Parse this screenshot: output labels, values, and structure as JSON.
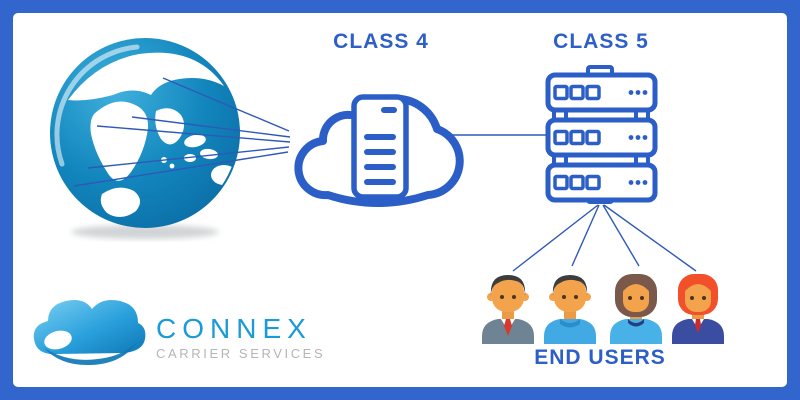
{
  "diagram": {
    "labels": {
      "class4": "CLASS 4",
      "class5": "CLASS 5",
      "end_users": "END USERS"
    },
    "nodes": [
      {
        "id": "internet-globe",
        "type": "globe",
        "description": "world globe origin of traffic"
      },
      {
        "id": "class4-softswitch",
        "type": "cloud-with-server",
        "label": "CLASS 4"
      },
      {
        "id": "class5-switch",
        "type": "server-rack-stack",
        "label": "CLASS 5"
      },
      {
        "id": "end-users",
        "type": "user-group",
        "label": "END USERS",
        "user_count": 4
      }
    ],
    "edges": [
      {
        "from": "internet-globe",
        "to": "class4-softswitch",
        "style": "converging-lines",
        "line_count": 5
      },
      {
        "from": "class4-softswitch",
        "to": "class5-switch",
        "style": "single-line",
        "line_count": 1
      },
      {
        "from": "class5-switch",
        "to": "end-users",
        "style": "fan-out-lines",
        "line_count": 4
      }
    ]
  },
  "logo": {
    "name": "CONNEX",
    "tagline": "CARRIER SERVICES"
  },
  "colors": {
    "frame_border": "#3366cc",
    "canvas_bg": "#ffffff",
    "label_text": "#2d5fc7",
    "icon_stroke": "#2b5ec7",
    "connection_line": "#2e59b8",
    "globe_ocean_light": "#3fb0dd",
    "globe_ocean_dark": "#0b6ba3",
    "logo_name_color": "#1a9ad6",
    "logo_tagline_color": "#b5b5b5",
    "skin_tone": "#f2a34c",
    "avatar1_suit": "#6e8494",
    "avatar2_shirt": "#41aae4",
    "avatar3_hair": "#7a594a",
    "avatar3_shirt": "#47b1e8",
    "avatar4_hair": "#f1502a",
    "avatar4_suit": "#3b4da0",
    "tie_red": "#d63a2f",
    "hair_dark": "#3d3d3d"
  }
}
